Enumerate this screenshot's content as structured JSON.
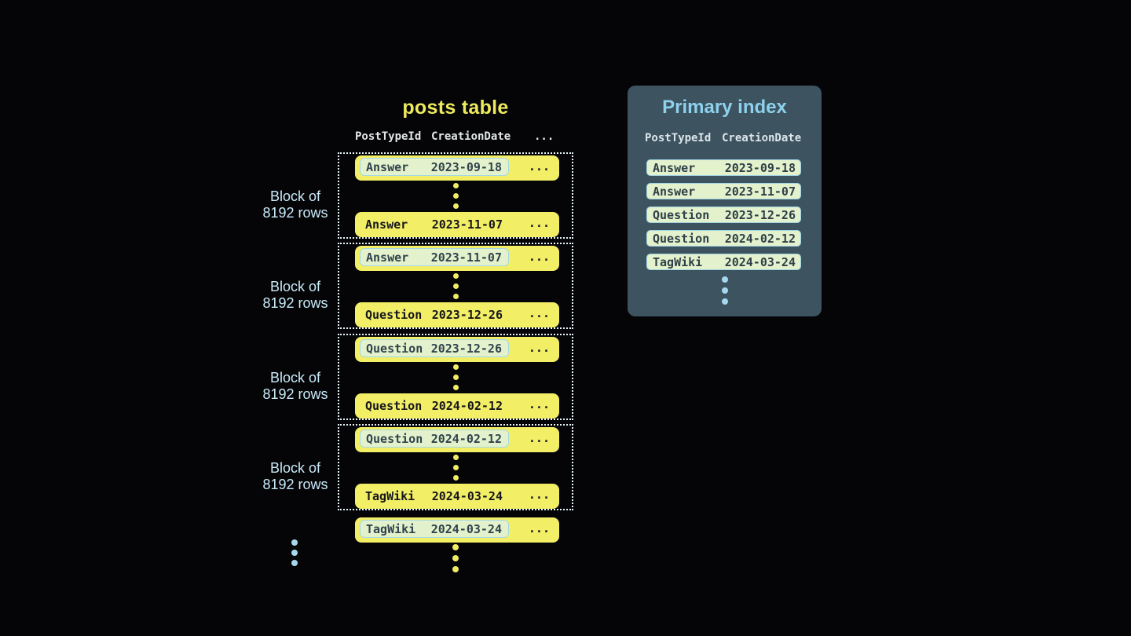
{
  "posts": {
    "title": "posts table",
    "columns": [
      "PostTypeId",
      "CreationDate",
      "..."
    ],
    "row_more": "...",
    "block_label": {
      "line1": "Block of",
      "line2": "8192 rows"
    },
    "blocks": [
      {
        "first": {
          "type": "Answer",
          "date": "2023-09-18"
        },
        "last": {
          "type": "Answer",
          "date": "2023-11-07"
        }
      },
      {
        "first": {
          "type": "Answer",
          "date": "2023-11-07"
        },
        "last": {
          "type": "Question",
          "date": "2023-12-26"
        }
      },
      {
        "first": {
          "type": "Question",
          "date": "2023-12-26"
        },
        "last": {
          "type": "Question",
          "date": "2024-02-12"
        }
      },
      {
        "first": {
          "type": "Question",
          "date": "2024-02-12"
        },
        "last": {
          "type": "TagWiki",
          "date": "2024-03-24"
        }
      }
    ],
    "trailing_row": {
      "type": "TagWiki",
      "date": "2024-03-24"
    }
  },
  "index": {
    "title": "Primary index",
    "columns": [
      "PostTypeId",
      "CreationDate"
    ],
    "rows": [
      {
        "type": "Answer",
        "date": "2023-09-18"
      },
      {
        "type": "Answer",
        "date": "2023-11-07"
      },
      {
        "type": "Question",
        "date": "2023-12-26"
      },
      {
        "type": "Question",
        "date": "2024-02-12"
      },
      {
        "type": "TagWiki",
        "date": "2024-03-24"
      }
    ]
  },
  "icons": {
    "vertical_ellipsis_yellow": "three stacked round dots (omitted rows)",
    "vertical_ellipsis_blue": "three stacked round dots (omitted blocks / index entries)"
  },
  "colors": {
    "background": "#050507",
    "table_row_yellow": "#f2ee66",
    "highlight_green": "#e3f2cd",
    "highlight_border_cyan": "#a3d8e6",
    "panel_slate": "#3d5360",
    "panel_title_blue": "#8dd1ec",
    "block_label_blue": "#c9eaf8",
    "dotted_border": "#e6f3f7",
    "title_yellow": "#eeea5e"
  }
}
